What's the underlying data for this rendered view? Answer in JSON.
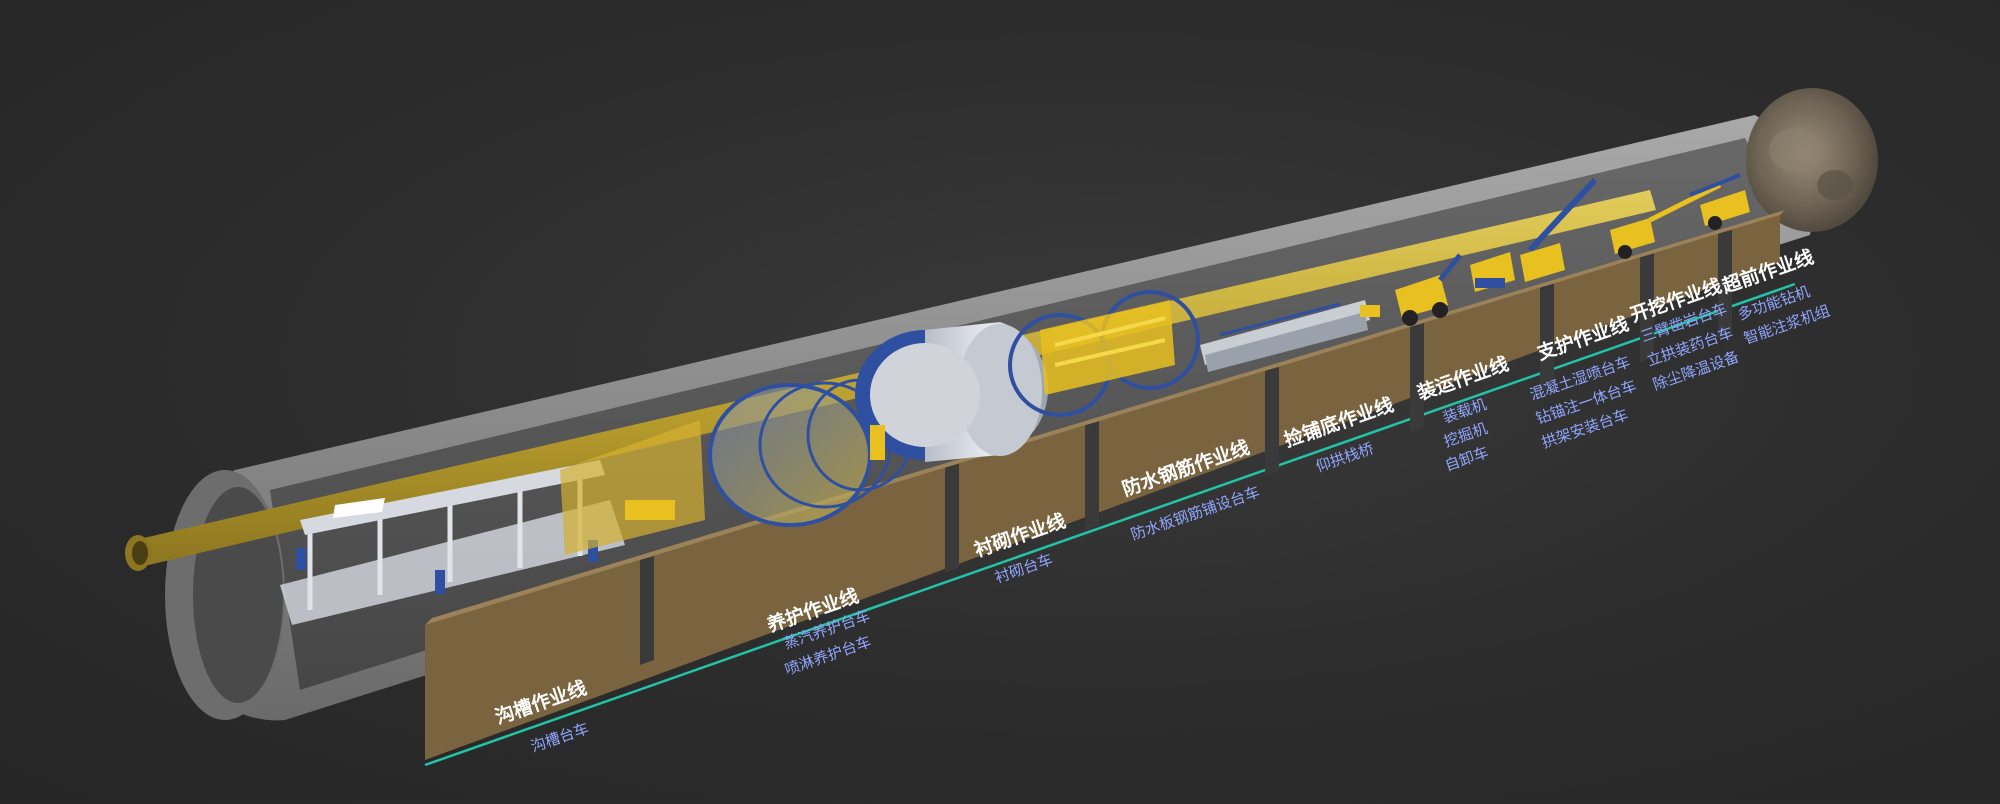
{
  "colors": {
    "background": "#2e2e2e",
    "tunnel_shell": "#8e8e8e",
    "soil": "#7a6440",
    "pipe": "#c9b040",
    "base_line": "#23c4a5",
    "title_text": "#ffffff",
    "item_text": "#8fa6ff",
    "machine_yellow": "#e8c020",
    "machine_blue": "#2f4fa0"
  },
  "sections": [
    {
      "id": "goucao",
      "title": "沟槽作业线",
      "items": [
        "沟槽台车"
      ]
    },
    {
      "id": "yanghu",
      "title": "养护作业线",
      "items": [
        "蒸汽养护台车",
        "喷淋养护台车"
      ]
    },
    {
      "id": "chenqi",
      "title": "衬砌作业线",
      "items": [
        "衬砌台车"
      ]
    },
    {
      "id": "fangshui",
      "title": "防水钢筋作业线",
      "items": [
        "防水板钢筋铺设台车"
      ]
    },
    {
      "id": "yangong",
      "title": "捡铺底作业线",
      "items": [
        "仰拱栈桥"
      ]
    },
    {
      "id": "zhuangyun",
      "title": "装运作业线",
      "items": [
        "装载机",
        "挖掘机",
        "自卸车"
      ]
    },
    {
      "id": "zhihu",
      "title": "支护作业线",
      "items": [
        "混凝土湿喷台车",
        "钻锚注一体台车",
        "拱架安装台车"
      ]
    },
    {
      "id": "kaiwa",
      "title": "开挖作业线",
      "items": [
        "三臂凿岩台车",
        "立拱装药台车",
        "除尘降温设备"
      ]
    },
    {
      "id": "chaoqian",
      "title": "超前作业线",
      "items": [
        "多功能钻机",
        "智能注浆机组"
      ]
    }
  ]
}
